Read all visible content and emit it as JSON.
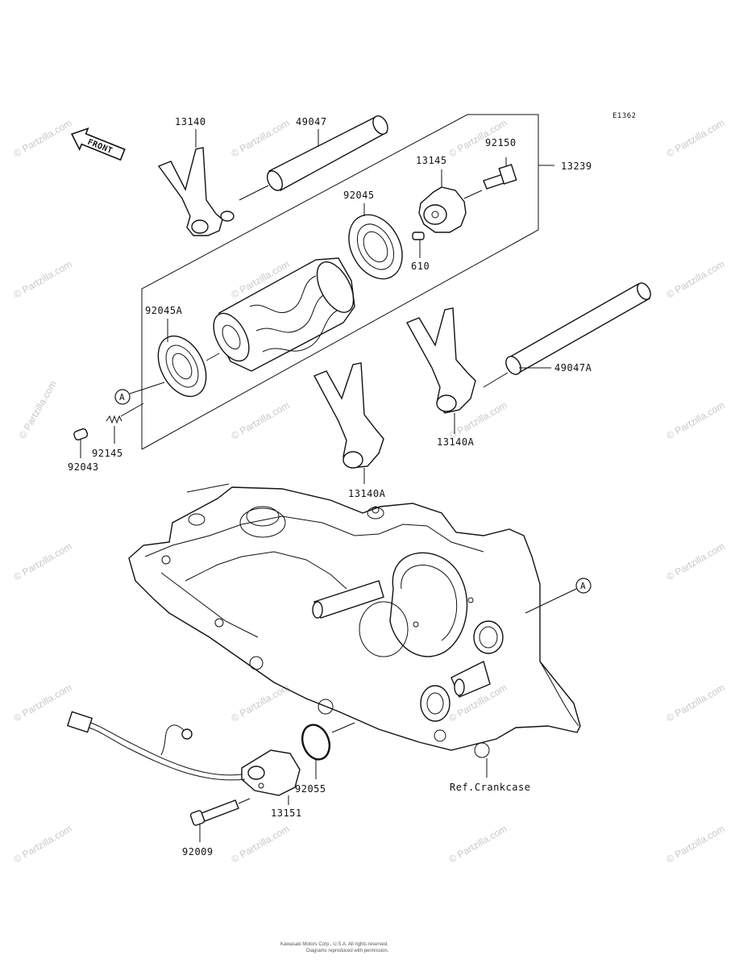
{
  "diagram": {
    "code": "E1362",
    "front_label": "FRONT",
    "callout_a": "A",
    "ref_label": "Ref.Crankcase",
    "parts": {
      "p13140": "13140",
      "p49047": "49047",
      "p13239": "13239",
      "p92150": "92150",
      "p13145": "13145",
      "p92045": "92045",
      "p610": "610",
      "p92045A": "92045A",
      "p49047A": "49047A",
      "p92145": "92145",
      "p92043": "92043",
      "p13140A_1": "13140A",
      "p13140A_2": "13140A",
      "p92055": "92055",
      "p13151": "13151",
      "p92009": "92009"
    },
    "watermark": "© Partzilla.com",
    "copyright_line1": "Kawasaki Motors Corp., U.S.A. All rights reserved.",
    "copyright_line2": "Diagrams reproduced with permission."
  }
}
